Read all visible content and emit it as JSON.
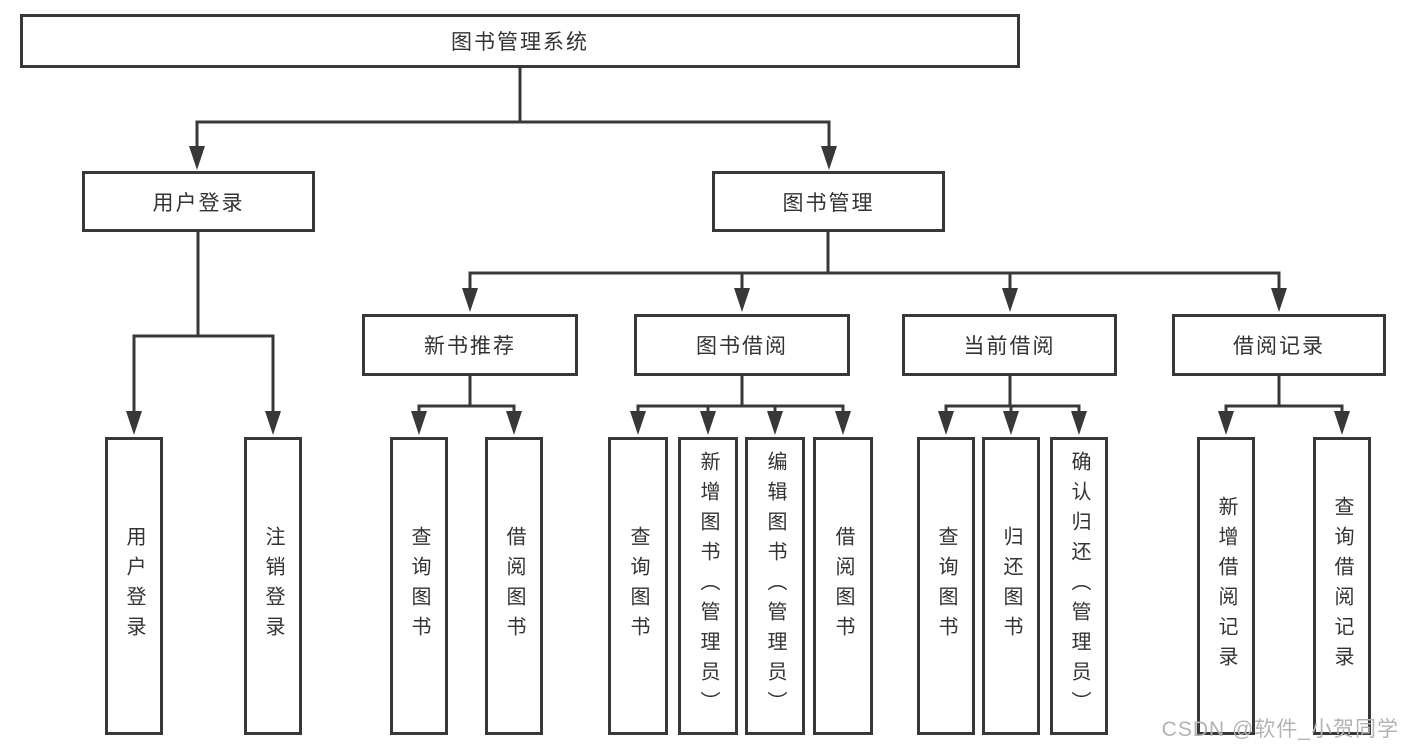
{
  "diagram": {
    "title": "图书管理系统",
    "colors": {
      "line": "#383838",
      "text": "#333333",
      "background": "#ffffff",
      "watermark": "#b3b3b3"
    },
    "nodes": {
      "root": "图书管理系统",
      "level2": [
        "用户登录",
        "图书管理"
      ],
      "level3": [
        "新书推荐",
        "图书借阅",
        "当前借阅",
        "借阅记录"
      ],
      "leaves_user_login": [
        "用户登录",
        "注销登录"
      ],
      "leaves_new_book": [
        "查询图书",
        "借阅图书"
      ],
      "leaves_book_borrow": [
        "查询图书",
        "新增图书（管理员）",
        "编辑图书（管理员）",
        "借阅图书"
      ],
      "leaves_current_borrow": [
        "查询图书",
        "归还图书",
        "确认归还（管理员）"
      ],
      "leaves_borrow_record": [
        "新增借阅记录",
        "查询借阅记录"
      ]
    },
    "watermark": "CSDN @软件_小贺同学"
  }
}
